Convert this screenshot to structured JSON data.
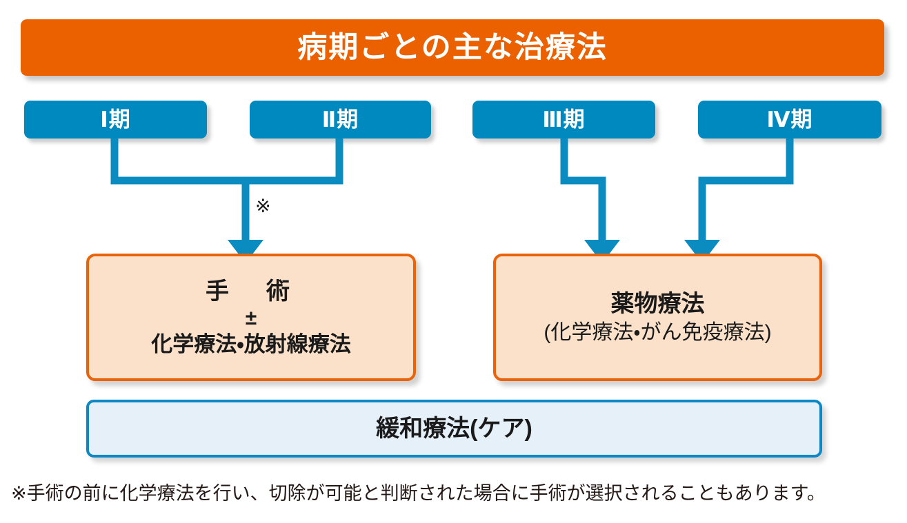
{
  "title": {
    "text": "病期ごとの主な治療法"
  },
  "stages": [
    {
      "id": "stage-1",
      "label": "Ⅰ期"
    },
    {
      "id": "stage-2",
      "label": "Ⅱ期"
    },
    {
      "id": "stage-3",
      "label": "Ⅲ期"
    },
    {
      "id": "stage-4",
      "label": "Ⅳ期"
    }
  ],
  "note_marker": "※",
  "treatments": {
    "surgery": {
      "main": "手　術",
      "plusminus": "±",
      "sub": "化学療法・放射線療法"
    },
    "drug": {
      "main": "薬物療法",
      "sub": "(化学療法・がん免疫療法)"
    }
  },
  "palliative": {
    "label": "緩和療法(ケア)"
  },
  "footnote": {
    "text": "※手術の前に化学療法を行い、切除が可能と判断された場合に手術が選択されることもあります。"
  },
  "colors": {
    "title_bar": "#EB6100",
    "stage_box": "#0089BE",
    "treatment_fill": "#FBE1CA",
    "treatment_border": "#E8630A",
    "palliative_fill": "#E6F0F8",
    "palliative_border": "#0E88C4",
    "connector": "#0B8CC0",
    "text_dark": "#231815",
    "text_light": "#FFFFFF"
  },
  "flow": [
    {
      "from": "Ⅰ期",
      "to": "手術±化学療法・放射線療法",
      "note": "※"
    },
    {
      "from": "Ⅱ期",
      "to": "手術±化学療法・放射線療法",
      "note": "※"
    },
    {
      "from": "Ⅲ期",
      "to": "薬物療法(化学療法・がん免疫療法)",
      "note": ""
    },
    {
      "from": "Ⅳ期",
      "to": "薬物療法(化学療法・がん免疫療法)",
      "note": ""
    }
  ]
}
